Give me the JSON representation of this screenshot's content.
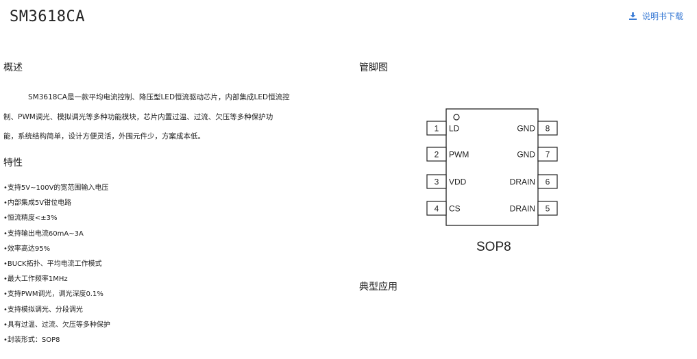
{
  "header": {
    "title": "SM3618CA",
    "download_label": "说明书下载",
    "download_icon": "download-icon",
    "accent": "#3a7bd5"
  },
  "overview": {
    "heading": "概述",
    "lines": [
      "SM3618CA是一款平均电流控制、降压型LED恒流驱动芯片，内部集成LED恒流控",
      "制、PWM调光、模拟调光等多种功能模块，芯片内置过温、过流、欠压等多种保护功",
      "能，系统结构简单，设计方便灵活，外围元件少，方案成本低。"
    ]
  },
  "features": {
    "heading": "特性",
    "items": [
      "•支持5V~100V的宽范围输入电压",
      "•内部集成5V钳位电路",
      "•恒流精度<±3%",
      "•支持输出电流60mA~3A",
      "•效率高达95%",
      "•BUCK拓扑、平均电流工作模式",
      "•最大工作频率1MHz",
      "•支持PWM调光，调光深度0.1%",
      "•支持模拟调光、分段调光",
      "•具有过温、过流、欠压等多种保护",
      "•封装形式：SOP8"
    ]
  },
  "pinout": {
    "heading": "管脚图",
    "package": "SOP8",
    "left_pins": [
      {
        "num": "1",
        "name": "LD"
      },
      {
        "num": "2",
        "name": "PWM"
      },
      {
        "num": "3",
        "name": "VDD"
      },
      {
        "num": "4",
        "name": "CS"
      }
    ],
    "right_pins": [
      {
        "num": "8",
        "name": "GND"
      },
      {
        "num": "7",
        "name": "GND"
      },
      {
        "num": "6",
        "name": "DRAIN"
      },
      {
        "num": "5",
        "name": "DRAIN"
      }
    ]
  },
  "application": {
    "heading": "典型应用"
  }
}
